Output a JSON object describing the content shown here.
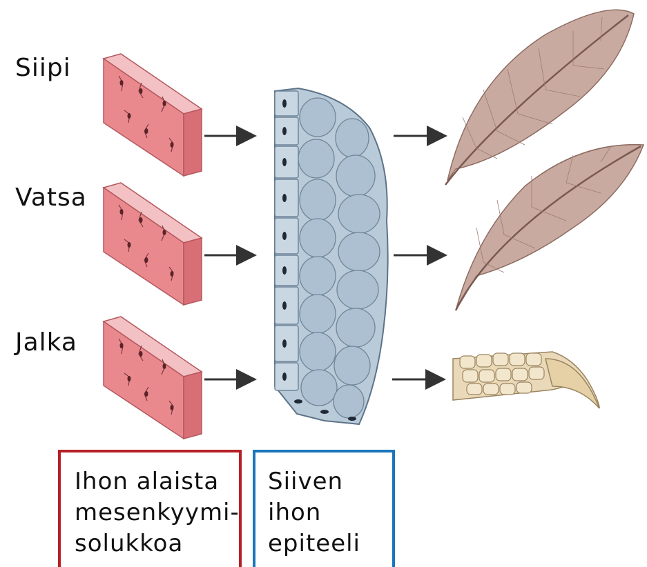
{
  "labels": {
    "wing": "Siipi",
    "belly": "Vatsa",
    "leg": "Jalka"
  },
  "boxes": {
    "mesenchyme": {
      "lines": [
        "Ihon alaista",
        "mesenkyymi-",
        "solukkoa"
      ],
      "border_color": "#b52026"
    },
    "epithelium": {
      "lines": [
        "Siiven",
        "ihon",
        "epiteeli"
      ],
      "border_color": "#1b75bb"
    }
  },
  "colors": {
    "mesenchyme_fill": "#e9898e",
    "mesenchyme_top": "#f3c1c3",
    "epithelium_fill": "#b9cad8",
    "feather_color": "#b89488",
    "scale_color": "#ead9b8",
    "arrow_color": "#333333"
  }
}
